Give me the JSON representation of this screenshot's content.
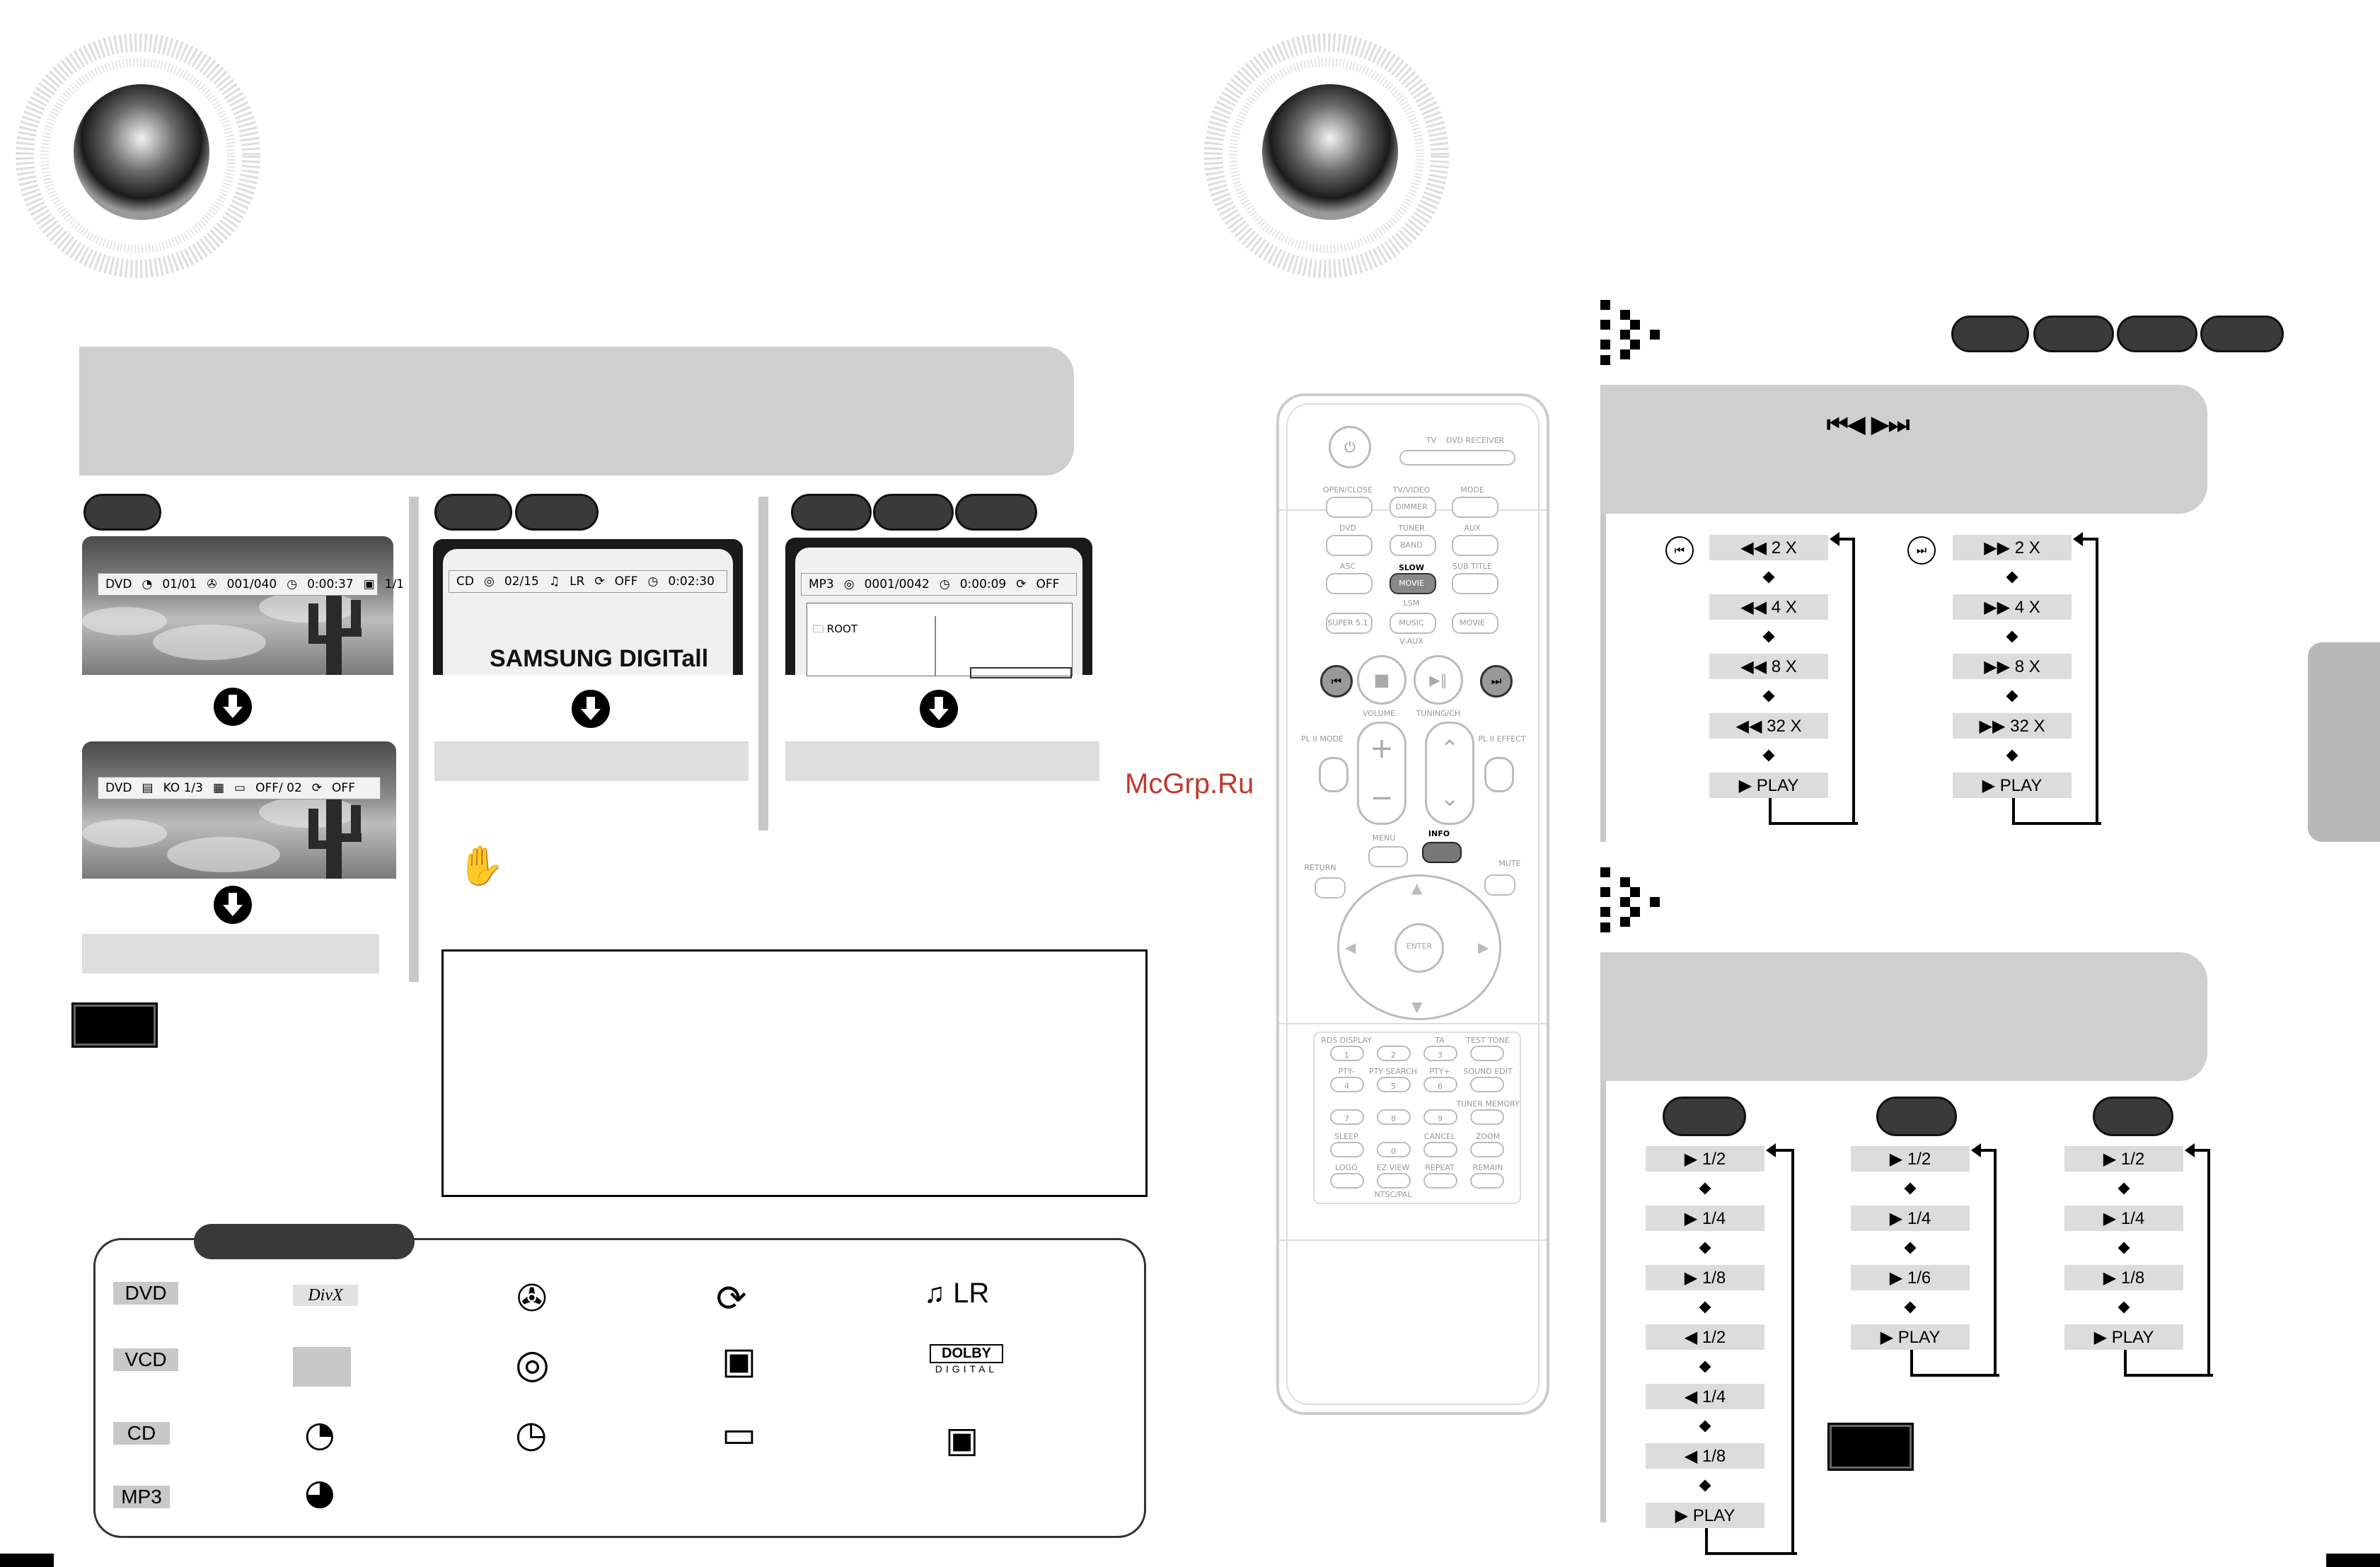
{
  "watermark": "McGrp.Ru",
  "screens": {
    "dvd1": {
      "disc": "DVD",
      "title": "01/01",
      "chapter": "001/040",
      "time": "0:00:37",
      "angle": "1/1"
    },
    "dvd2": {
      "disc": "DVD",
      "subtitle": "KO 1/3",
      "audio": "OFF/ 02",
      "repeat": "OFF"
    },
    "cd": {
      "disc": "CD",
      "track": "02/15",
      "audio": "LR",
      "repeat": "OFF",
      "time": "0:02:30",
      "logo": "SAMSUNG DIGITall"
    },
    "mp3": {
      "disc": "MP3",
      "track": "0001/0042",
      "time": "0:00:09",
      "repeat": "OFF",
      "folder": "ROOT"
    }
  },
  "legend": {
    "disc_tags": [
      "DVD",
      "VCD",
      "CD",
      "MP3"
    ],
    "dolby": "DOLBY",
    "dolby_sub": "DIGITAL",
    "lr": "LR",
    "divx": "DivX"
  },
  "remote": {
    "labels": {
      "tv": "TV",
      "dvd_receiver": "DVD RECEIVER",
      "open_close": "OPEN/CLOSE",
      "tv_video": "TV/VIDEO",
      "dimmer": "DIMMER",
      "mode": "MODE",
      "dvd": "DVD",
      "tuner": "TUNER",
      "band": "BAND",
      "aux": "AUX",
      "asc": "ASC",
      "slow": "SLOW",
      "movie": "MOVIE",
      "sub_title": "SUB TITLE",
      "lsm": "LSM",
      "super51": "SUPER 5.1",
      "music": "MUSIC",
      "movie2": "MOVIE",
      "vaux": "V-AUX",
      "volume": "VOLUME",
      "tuning_ch": "TUNING/CH",
      "pl2_mode": "PL II MODE",
      "pl2_effect": "PL II EFFECT",
      "return": "RETURN",
      "menu": "MENU",
      "info": "INFO",
      "mute": "MUTE",
      "enter": "ENTER",
      "rds_display": "RDS DISPLAY",
      "ta": "TA",
      "test_tone": "TEST TONE",
      "pty_minus": "PTY-",
      "pty_search": "PTY SEARCH",
      "pty_plus": "PTY+",
      "sound_edit": "SOUND EDIT",
      "tuner_memory": "TUNER MEMORY",
      "sleep": "SLEEP",
      "cancel": "CANCEL",
      "zoom": "ZOOM",
      "logo": "LOGO",
      "ez_view": "EZ VIEW",
      "repeat": "REPEAT",
      "remain": "REMAIN",
      "ntsc_pal": "NTSC/PAL",
      "nums": [
        "1",
        "2",
        "3",
        "4",
        "5",
        "6",
        "7",
        "8",
        "9",
        "0"
      ]
    }
  },
  "search": {
    "header_icons": "⏮◀ ▶⏭",
    "backward": [
      "◀◀  2 X",
      "◀◀  4 X",
      "◀◀  8 X",
      "◀◀  32 X",
      "▶  PLAY"
    ],
    "forward": [
      "▶▶  2 X",
      "▶▶  4 X",
      "▶▶  8 X",
      "▶▶  32 X",
      "▶  PLAY"
    ]
  },
  "slow": {
    "col1": [
      "▶ 1/2",
      "▶ 1/4",
      "▶ 1/8",
      "◀ 1/2",
      "◀ 1/4",
      "◀ 1/8",
      "▶  PLAY"
    ],
    "col2": [
      "▶ 1/2",
      "▶ 1/4",
      "▶ 1/6",
      "▶  PLAY"
    ],
    "col3": [
      "▶ 1/2",
      "▶ 1/4",
      "▶ 1/8",
      "▶  PLAY"
    ]
  }
}
